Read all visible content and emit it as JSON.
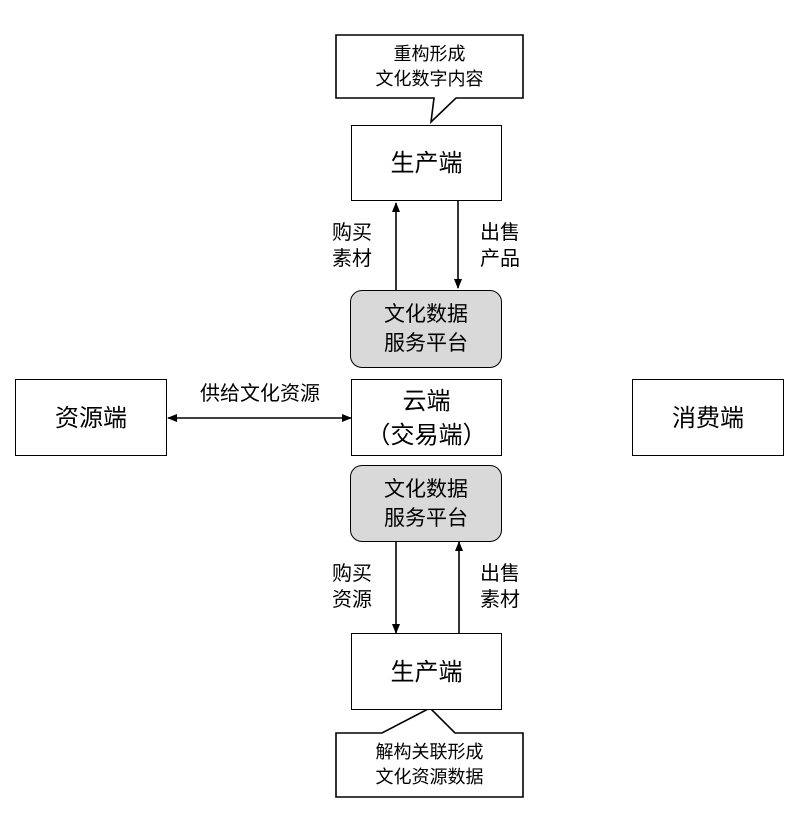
{
  "top_callout": {
    "line1": "重构形成",
    "line2": "文化数字内容"
  },
  "top_producer": {
    "label": "生产端"
  },
  "top_left_edge": {
    "line1": "购买",
    "line2": "素材"
  },
  "top_right_edge": {
    "line1": "出售",
    "line2": "产品"
  },
  "top_platform": {
    "line1": "文化数据",
    "line2": "服务平台"
  },
  "resource_end": {
    "label": "资源端"
  },
  "supply_edge": {
    "label": "供给文化资源"
  },
  "cloud_end": {
    "line1": "云端",
    "line2": "（交易端）"
  },
  "consumer_end": {
    "label": "消费端"
  },
  "bottom_platform": {
    "line1": "文化数据",
    "line2": "服务平台"
  },
  "bottom_left_edge": {
    "line1": "购买",
    "line2": "资源"
  },
  "bottom_right_edge": {
    "line1": "出售",
    "line2": "素材"
  },
  "bottom_producer": {
    "label": "生产端"
  },
  "bottom_callout": {
    "line1": "解构关联形成",
    "line2": "文化资源数据"
  }
}
